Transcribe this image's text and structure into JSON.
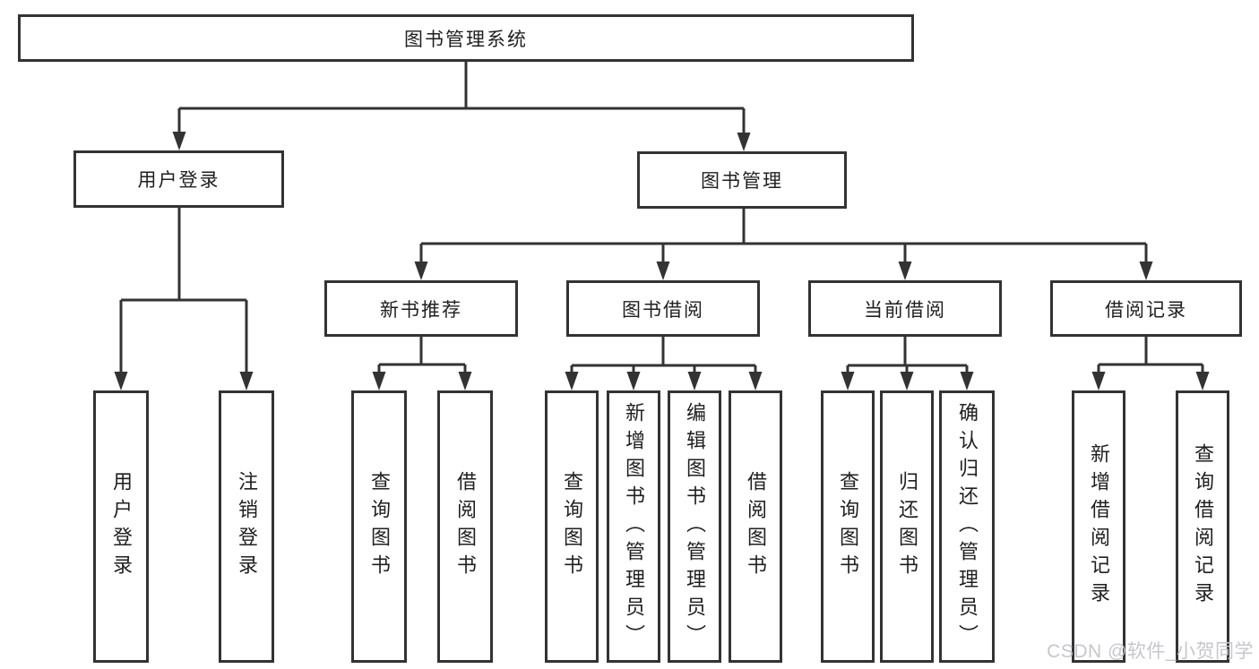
{
  "tree": {
    "root": {
      "label": "图书管理系统"
    },
    "branches": [
      {
        "label": "用户登录",
        "leaves": [
          {
            "label": "用户登录"
          },
          {
            "label": "注销登录"
          }
        ]
      },
      {
        "label": "图书管理",
        "children": [
          {
            "label": "新书推荐",
            "leaves": [
              {
                "label": "查询图书"
              },
              {
                "label": "借阅图书"
              }
            ]
          },
          {
            "label": "图书借阅",
            "leaves": [
              {
                "label": "查询图书"
              },
              {
                "label": "新增图书（管理员）"
              },
              {
                "label": "编辑图书（管理员）"
              },
              {
                "label": "借阅图书"
              }
            ]
          },
          {
            "label": "当前借阅",
            "leaves": [
              {
                "label": "查询图书"
              },
              {
                "label": "归还图书"
              },
              {
                "label": "确认归还（管理员）"
              }
            ]
          },
          {
            "label": "借阅记录",
            "leaves": [
              {
                "label": "新增借阅记录"
              },
              {
                "label": "查询借阅记录"
              }
            ]
          }
        ]
      }
    ]
  },
  "watermark": {
    "text": "CSDN @软件_小贺同学"
  },
  "colors": {
    "border": "#333333",
    "text": "#1f1f1f",
    "background": "#ffffff",
    "watermark": "#c6c6cd"
  }
}
